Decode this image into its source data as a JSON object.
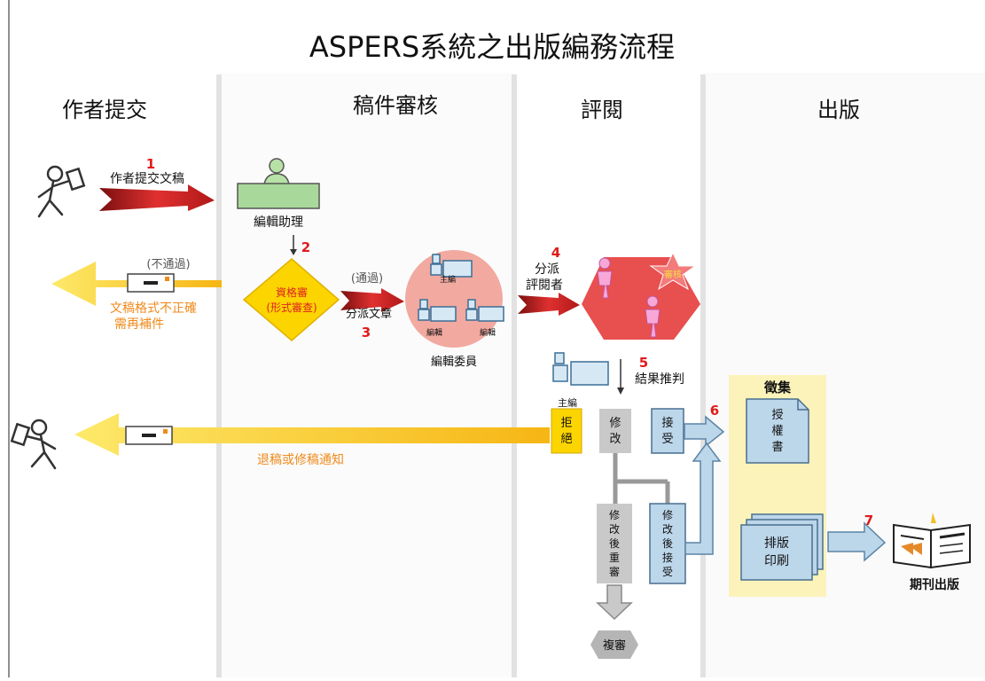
{
  "title": "ASPERS系統之出版編務流程",
  "lanes": [
    "作者提交",
    "稿件審核",
    "評閱",
    "出版"
  ],
  "steps": {
    "s1": "1",
    "s1_label": "作者提交文稿",
    "s2": "2",
    "s3": "3",
    "s3_label": "分派文章",
    "s4": "4",
    "s4_label_a": "分派",
    "s4_label_b": "評閱者",
    "s5": "5",
    "s5_label": "結果推判",
    "s6": "6",
    "s7": "7"
  },
  "nodes": {
    "assistant": "編輯助理",
    "qualify_a": "資格審",
    "qualify_b": "(形式審查)",
    "pass": "(通過)",
    "fail": "(不通過)",
    "format_a": "文稿格式不正確",
    "format_b": "需再補件",
    "committee": "編輯委員",
    "chief": "主編",
    "editor": "編輯",
    "review_star": "審核",
    "reject": "拒絕",
    "revise": "修改",
    "accept": "接受",
    "revise_rereview": "修改後重審",
    "revise_accept": "修改後接受",
    "rereview": "複審",
    "return_notice": "退稿或修稿通知",
    "collect": "徵集",
    "license": "授權書",
    "typeset_a": "排版",
    "typeset_b": "印刷",
    "journal": "期刊出版"
  },
  "colors": {
    "red_arrow": "#d42a2a",
    "orange_arrow": "#f7c21c",
    "orange_text": "#f08a1c",
    "step_red": "#e01b1b",
    "decision_fill": "#fcd400",
    "committee_fill": "#f2a9a0",
    "hex_fill": "#e84f4f",
    "assistant_fill": "#a9d99a",
    "blue_box": "#bcd6ea",
    "gray_box": "#c9c9c9",
    "collect_fill": "#fbf3b9"
  }
}
